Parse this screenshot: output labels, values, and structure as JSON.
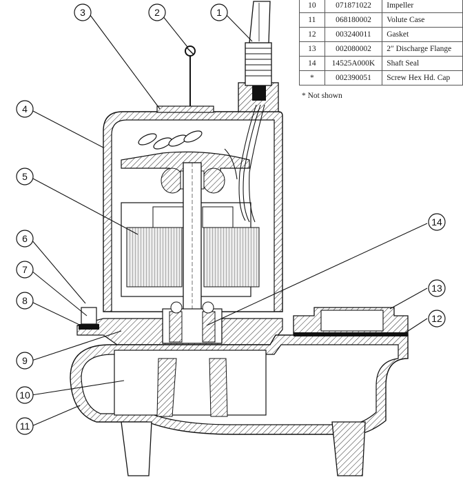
{
  "parts_table": {
    "rows": [
      {
        "no": "10",
        "part": "071871022",
        "desc": "Impeller"
      },
      {
        "no": "11",
        "part": "068180002",
        "desc": "Volute Case"
      },
      {
        "no": "12",
        "part": "003240011",
        "desc": "Gasket"
      },
      {
        "no": "13",
        "part": "002080002",
        "desc": "2″ Discharge Flange"
      },
      {
        "no": "14",
        "part": "14525A000K",
        "desc": "Shaft Seal"
      },
      {
        "no": "*",
        "part": "002390051",
        "desc": "Screw Hex Hd. Cap"
      }
    ],
    "note": "* Not shown"
  },
  "callouts": [
    "1",
    "2",
    "3",
    "4",
    "5",
    "6",
    "7",
    "8",
    "9",
    "10",
    "11",
    "12",
    "13",
    "14"
  ]
}
